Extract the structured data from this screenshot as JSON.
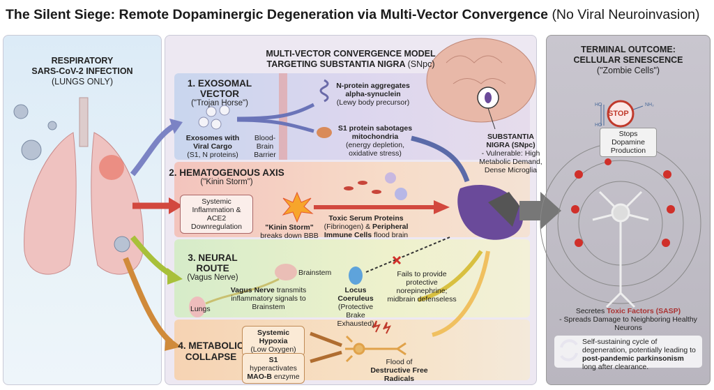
{
  "title": {
    "main": "The Silent Siege: Remote Dopaminergic Degeneration via Multi-Vector Convergence",
    "suffix": "(No Viral Neuroinvasion)"
  },
  "left": {
    "line1": "RESPIRATORY",
    "line2": "SARS-CoV-2 INFECTION",
    "line3": "(LUNGS ONLY)"
  },
  "middle": {
    "line1": "MULTI-VECTOR CONVERGENCE MODEL",
    "line2": "TARGETING SUBSTANTIA NIGRA",
    "line2_suffix": "(SNpc)"
  },
  "vector1": {
    "title": "1. EXOSOMAL VECTOR",
    "subtitle": "(\"Trojan Horse\")",
    "exo_bold": "Exosomes with Viral Cargo",
    "exo_sub": "(S1, N proteins)",
    "bbb": "Blood-Brain Barrier",
    "n_bold": "N-protein aggregates alpha-synuclein",
    "n_sub": "(Lewy body precursor)",
    "s1_bold": "S1 protein sabotages mitochondria",
    "s1_sub": "(energy depletion, oxidative stress)"
  },
  "vector2": {
    "title": "2. HEMATOGENOUS AXIS",
    "subtitle": "(\"Kinin Storm\")",
    "box": "Systemic Inflammation & ACE2 Downregulation",
    "kinin_bold": "\"Kinin Storm\"",
    "kinin_sub": "breaks down BBB",
    "toxic_bold1": "Toxic Serum Proteins",
    "toxic_mid": "(Fibrinogen) &",
    "toxic_bold2": "Peripheral Immune Cells",
    "toxic_end": "flood brain"
  },
  "vector3": {
    "title": "3. NEURAL ROUTE",
    "subtitle": "(Vagus Nerve)",
    "lungs": "Lungs",
    "brainstem": "Brainstem",
    "vagus_bold": "Vagus Nerve",
    "vagus_rest": "transmits inflammatory signals to Brainstem",
    "lc_bold": "Locus Coeruleus",
    "lc_sub": "(Protective Brake Exhausted)",
    "fails": "Fails to provide protective norepinephrine; midbrain defenseless"
  },
  "vector4": {
    "title": "4. METABOLIC COLLAPSE",
    "hypoxia_bold": "Systemic Hypoxia",
    "hypoxia_sub": "(Low Oxygen)",
    "s1_bold": "S1",
    "s1_rest": "hyperactivates",
    "maob_bold": "MAO-B",
    "maob_rest": "enzyme",
    "flood_pre": "Flood of",
    "flood_bold": "Destructive Free Radicals"
  },
  "sn": {
    "title": "SUBSTANTIA NIGRA (SNpc)",
    "desc": "- Vulnerable: High Metabolic Demand, Dense Microglia"
  },
  "right": {
    "line1": "TERMINAL OUTCOME:",
    "line2": "CELLULAR SENESCENCE",
    "line3": "(\"Zombie Cells\")",
    "stop": "STOP",
    "ho1": "HO",
    "ho2": "HO",
    "nh2": "NH₂",
    "stops": "Stops Dopamine Production",
    "secretes_pre": "Secretes",
    "secretes_bold": "Toxic Factors (SASP)",
    "spreads": "- Spreads Damage to Neighboring Healthy Neurons",
    "cycle_pre": "Self-sustaining cycle of degeneration, potentially leading to",
    "cycle_bold1": "post-pandemic parkinsonism",
    "cycle_end": "long after clearance."
  },
  "colors": {
    "vector1": "#6a74b8",
    "vector2": "#d2483e",
    "vector3": "#a8c03a",
    "vector4": "#d08a3a",
    "sn": "#6a4a9a",
    "stop": "#c0392b"
  }
}
